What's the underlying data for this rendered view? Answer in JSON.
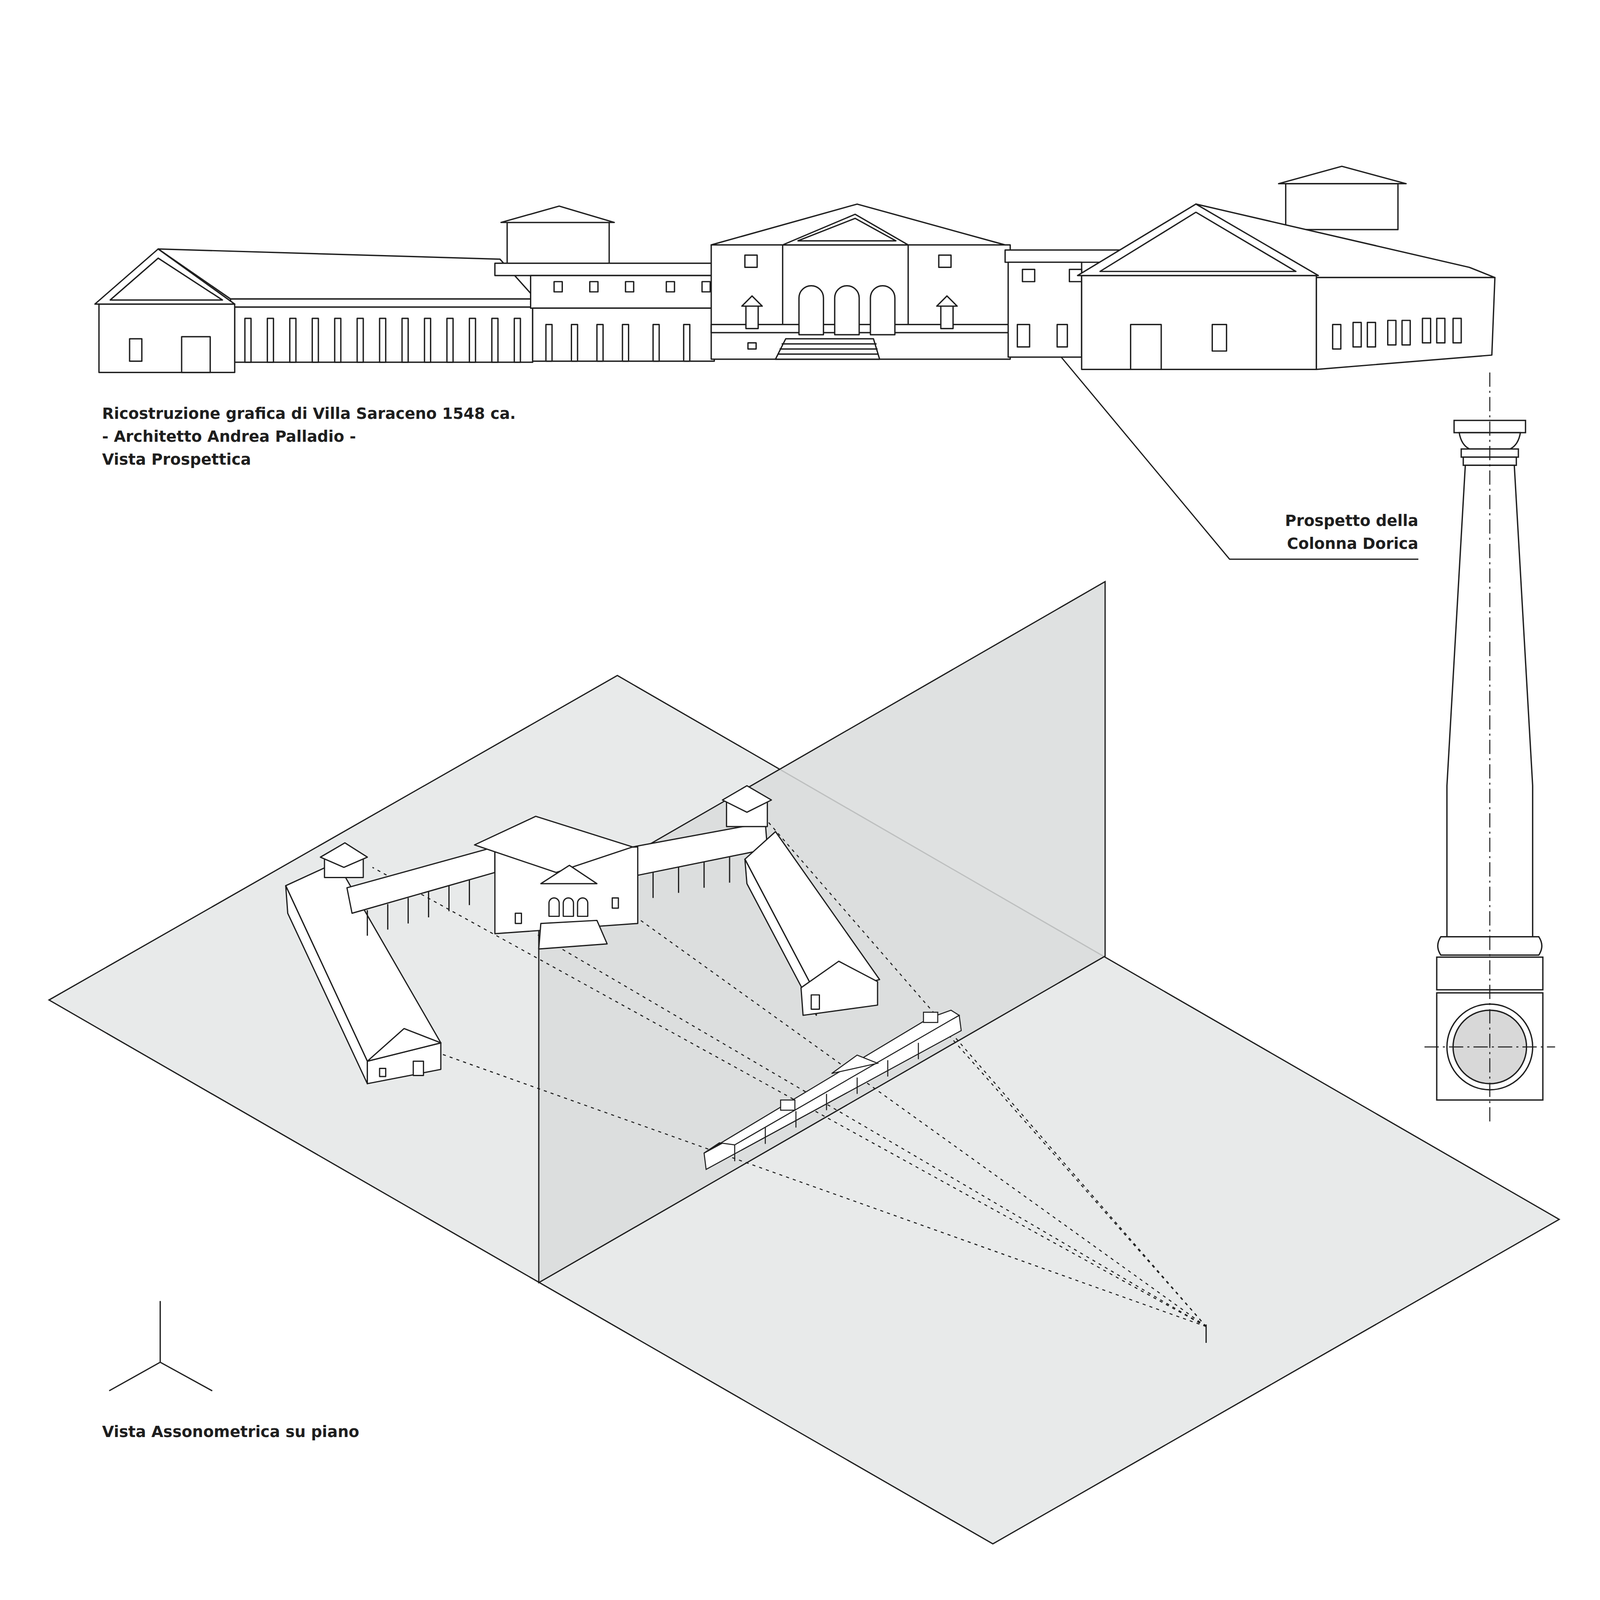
{
  "diagram": {
    "labels": [
      "Ricostruzione grafica di Villa Saraceno 1548 ca.",
      "- Architetto Andrea Palladio -",
      "Vista Prospettica",
      "Prospetto della Colonna Dorica",
      "Vista Assonometrica su piano"
    ]
  }
}
